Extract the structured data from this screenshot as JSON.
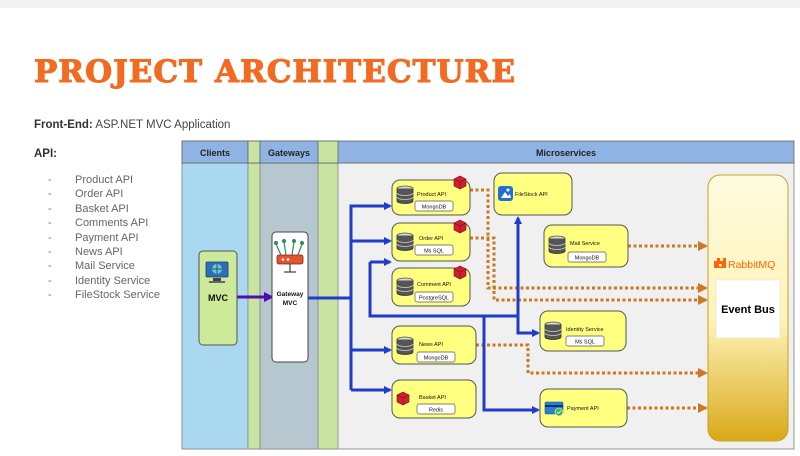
{
  "page": {
    "title": "PROJECT ARCHITECTURE",
    "frontend_label": "Front-End:",
    "frontend_value": "ASP.NET MVC Application",
    "api_label": "API:",
    "api_items": [
      "Product API",
      "Order API",
      "Basket API",
      "Comments API",
      "Payment API",
      "News API",
      "Mail Service",
      "Identity Service",
      "FileStock Service"
    ]
  },
  "diagram": {
    "lanes": {
      "clients": "Clients",
      "gateways": "Gateways",
      "microservices": "Microservices"
    },
    "mvc": "MVC",
    "gateway": {
      "line1": "Gateway",
      "line2": "MVC"
    },
    "services": {
      "product": {
        "name": "Product API",
        "db": "MongoDB"
      },
      "order": {
        "name": "Order API",
        "db": "Ms SQL"
      },
      "comment": {
        "name": "Comment API",
        "db": "PostgreSQL"
      },
      "news": {
        "name": "News API",
        "db": "MongoDB"
      },
      "basket": {
        "name": "Basket API",
        "db": "Redis"
      },
      "filestock": {
        "name": "FileStock API"
      },
      "mail": {
        "name": "Mail Service",
        "db": "MongoDB"
      },
      "identity": {
        "name": "Identity Service",
        "db": "Ms SQL"
      },
      "payment": {
        "name": "Payment API"
      }
    },
    "event_bus": {
      "brand": "RabbitMQ",
      "label": "Event Bus"
    }
  },
  "colors": {
    "title": "#f26b21",
    "clients_lane": "#a9d8f0",
    "gateways_lane": "#b7c7d0",
    "header": "#8fb4e3",
    "node_fill": "#ffff80",
    "mvc_fill": "#cde99a",
    "arrow_blue": "#1f3ec8",
    "arrow_orange": "#cc7a22",
    "rabbit": "#ff6600"
  }
}
